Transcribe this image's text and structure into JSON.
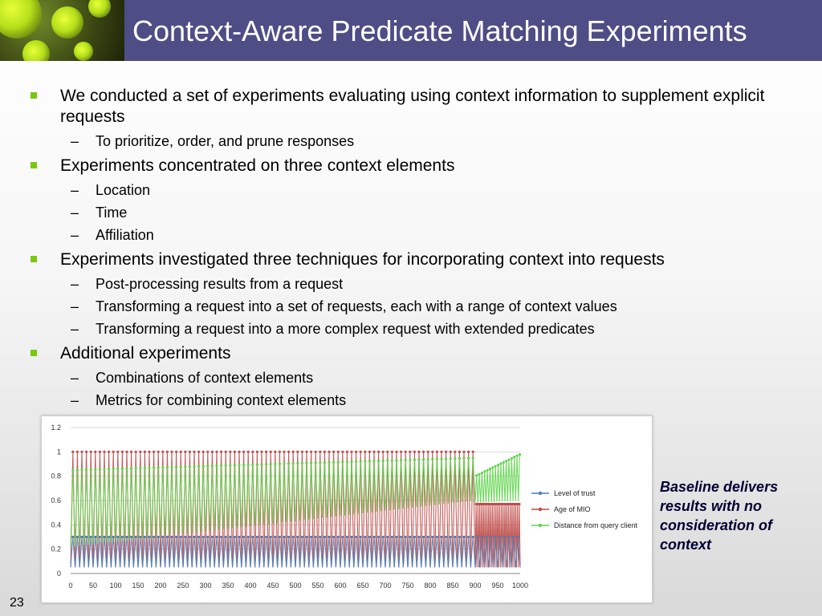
{
  "slide": {
    "title": "Context-Aware Predicate Matching Experiments",
    "number": "23",
    "bullets": [
      {
        "text": "We conducted a set of experiments evaluating using context information to supplement explicit requests",
        "subs": [
          "To prioritize, order, and prune responses"
        ]
      },
      {
        "text": "Experiments concentrated on three context elements",
        "subs": [
          "Location",
          "Time",
          "Affiliation"
        ]
      },
      {
        "text": "Experiments investigated three techniques for incorporating context into requests",
        "subs": [
          "Post-processing results from a request",
          "Transforming a request into a set of requests, each with a range of context values",
          "Transforming a request into a more complex request with extended predicates"
        ]
      },
      {
        "text": "Additional experiments",
        "subs": [
          "Combinations of context elements",
          "Metrics for combining context elements"
        ]
      }
    ],
    "note": "Baseline delivers results with no consideration of context",
    "dash": "–"
  },
  "colors": {
    "header_bg": "#4f4d86",
    "bullet_square": "#7ac70f",
    "series_trust": "#4a7ebb",
    "series_age": "#be4b48",
    "series_distance": "#5fd44a"
  },
  "chart_data": {
    "type": "line",
    "title": "",
    "xlabel": "",
    "ylabel": "",
    "xlim": [
      0,
      1000
    ],
    "ylim": [
      0,
      1.2
    ],
    "xticks": [
      "0",
      "50",
      "100",
      "150",
      "200",
      "250",
      "300",
      "350",
      "400",
      "450",
      "500",
      "550",
      "600",
      "650",
      "700",
      "750",
      "800",
      "850",
      "900",
      "950",
      "1000"
    ],
    "yticks": [
      "0",
      "0.2",
      "0.4",
      "0.6",
      "0.8",
      "1",
      "1.2"
    ],
    "grid": true,
    "legend": "right",
    "series": [
      {
        "name": "Level of trust",
        "color": "#4a7ebb",
        "segments": [
          {
            "x_range": [
              0,
              1000
            ],
            "low": 0.05,
            "high": 0.3,
            "period": 10
          }
        ]
      },
      {
        "name": "Age of MIO",
        "color": "#be4b48",
        "segments": [
          {
            "x_range": [
              0,
              900
            ],
            "low": 0.05,
            "high": 1.0,
            "period": 10
          },
          {
            "x_range": [
              900,
              1000
            ],
            "low": 0.05,
            "high": 0.57,
            "period": 4
          }
        ]
      },
      {
        "name": "Distance from query client",
        "color": "#5fd44a",
        "segments": [
          {
            "x_range": [
              0,
              900
            ],
            "low_start": 0.22,
            "low_end": 0.6,
            "high_start": 0.85,
            "high_end": 0.95,
            "period": 10
          },
          {
            "x_range": [
              900,
              1000
            ],
            "low_start": 0.58,
            "low_end": 0.6,
            "high_start": 0.8,
            "high_end": 0.98,
            "period": 6
          }
        ]
      }
    ]
  }
}
